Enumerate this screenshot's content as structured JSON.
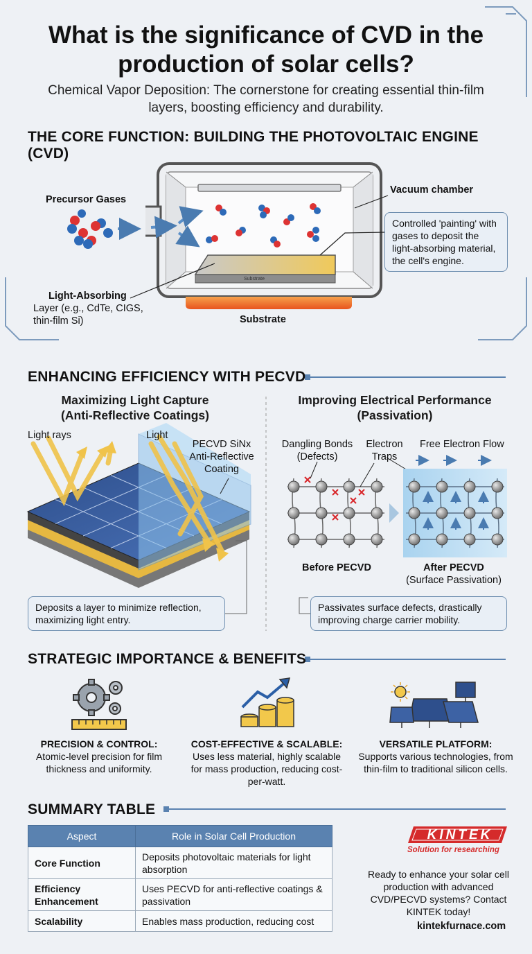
{
  "title": "What is the significance of CVD in the production of solar cells?",
  "subtitle": "Chemical Vapor Deposition: The cornerstone for creating essential thin-film layers, boosting efficiency and durability.",
  "core": {
    "heading": "THE CORE FUNCTION: BUILDING THE PHOTOVOLTAIC ENGINE (CVD)",
    "precursor_label": "Precursor Gases",
    "chamber_label": "Vacuum chamber",
    "callout": "Controlled 'painting' with gases to deposit the light-absorbing material, the cell's engine.",
    "layer_label_bold": "Light-Absorbing",
    "layer_label_rest_1": "Layer (e.g., CdTe, CIGS,",
    "layer_label_rest_2": "thin-film Si)",
    "substrate_label": "Substrate",
    "substrate_plate_text": "Substrate"
  },
  "pecvd": {
    "heading": "ENHANCING EFFICIENCY WITH PECVD",
    "left": {
      "title_1": "Maximizing Light Capture",
      "title_2": "(Anti-Reflective Coatings)",
      "rays_label": "Light rays",
      "light_label": "Light",
      "coating_1": "PECVD SiNx",
      "coating_2": "Anti-Reflective",
      "coating_3": "Coating",
      "caption": "Deposits a layer to minimize reflection, maximizing light entry."
    },
    "right": {
      "title_1": "Improving Electrical Performance",
      "title_2": "(Passivation)",
      "dangling_1": "Dangling Bonds",
      "dangling_2": "(Defects)",
      "traps_1": "Electron",
      "traps_2": "Traps",
      "flow": "Free Electron Flow",
      "before": "Before PECVD",
      "after_1": "After PECVD",
      "after_2": "(Surface Passivation)",
      "caption": "Passivates surface defects, drastically improving charge carrier mobility."
    }
  },
  "benefits": {
    "heading": "STRATEGIC IMPORTANCE & BENEFITS",
    "items": [
      {
        "title": "PRECISION & CONTROL:",
        "text": "Atomic-level precision for film thickness and uniformity.",
        "icon": "gears-ruler-icon"
      },
      {
        "title": "COST-EFFECTIVE & SCALABLE:",
        "text": "Uses less material, highly scalable for mass production, reducing cost-per-watt.",
        "icon": "coins-growth-icon"
      },
      {
        "title": "VERSATILE PLATFORM:",
        "text": "Supports various technologies, from thin-film to traditional silicon cells.",
        "icon": "solar-panels-icon"
      }
    ]
  },
  "summary": {
    "heading": "SUMMARY TABLE",
    "headers": [
      "Aspect",
      "Role in Solar Cell Production"
    ],
    "rows": [
      [
        "Core Function",
        "Deposits photovoltaic materials for light absorption"
      ],
      [
        "Efficiency Enhancement",
        "Uses PECVD for anti-reflective coatings & passivation"
      ],
      [
        "Scalability",
        "Enables mass production, reducing cost"
      ]
    ]
  },
  "brand": {
    "logo_text": "KINTEK",
    "tagline": "Solution for researching",
    "cta": "Ready to enhance your solar cell production with advanced CVD/PECVD systems? Contact KINTEK today!",
    "website": "kintekfurnace.com"
  },
  "colors": {
    "accent": "#5a82b0",
    "brand_red": "#d52b2b",
    "callout_border": "#6f8fb0",
    "defect_red": "#d8262a",
    "coating_blue": "#8fc3ec",
    "absorber_gold": "#e8c35a"
  }
}
